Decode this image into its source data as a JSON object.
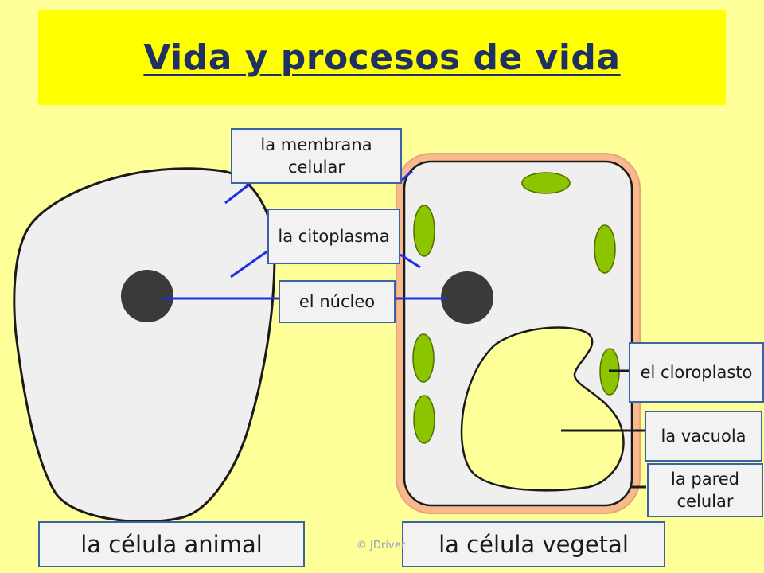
{
  "title": "Vida y procesos de vida",
  "labels": {
    "cell_membrane": "la membrana celular",
    "cytoplasm": "la citoplasma",
    "nucleus": "el núcleo",
    "chloroplast": "el cloroplasto",
    "vacuole": "la vacuola",
    "cell_wall": "la pared celular"
  },
  "captions": {
    "animal_cell": "la célula animal",
    "plant_cell": "la célula vegetal"
  },
  "copyright": "© JDriver",
  "colors": {
    "background": "#FFFF99",
    "title_band": "#FFFF00",
    "title_text": "#1F3064",
    "cell_fill": "#EFEFEF",
    "nucleus": "#3A3A3A",
    "chloroplast": "#8CC400",
    "cell_wall": "#F8B98C",
    "vacuole": "#FFFF99",
    "pointer_blue": "#1E2EE8",
    "pointer_black": "#1A1A1A",
    "label_border": "#3A62A7"
  }
}
